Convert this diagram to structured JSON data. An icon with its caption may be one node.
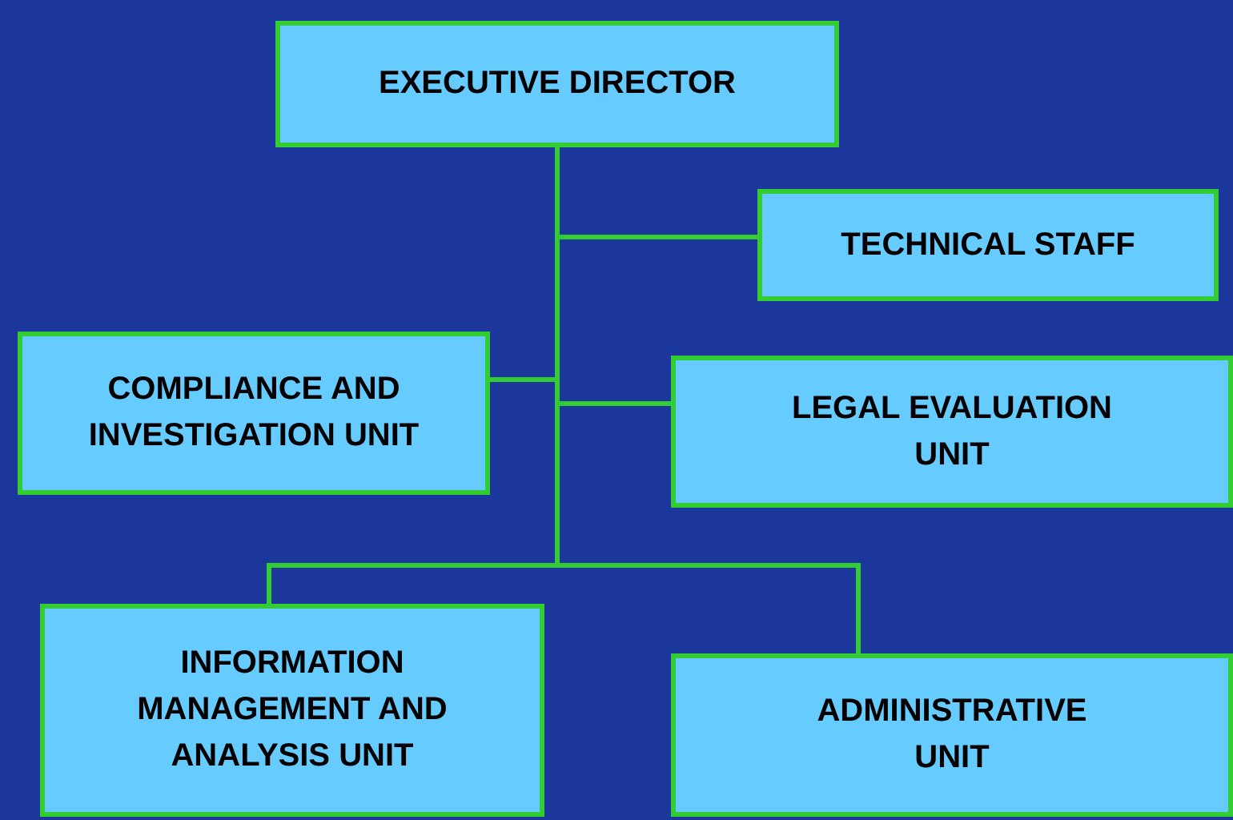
{
  "diagram": {
    "nodes": [
      {
        "text": [
          "EXECUTIVE DIRECTOR"
        ]
      },
      {
        "text": [
          "TECHNICAL STAFF"
        ]
      },
      {
        "text": [
          "COMPLIANCE AND INVESTIGATION UNIT"
        ]
      },
      {
        "text": [
          "LEGAL EVALUATION UNIT"
        ]
      },
      {
        "text": [
          "INFORMATION MANAGEMENT AND ANALYSIS UNIT"
        ]
      },
      {
        "text": [
          "ADMINISTRATIVE UNIT"
        ]
      }
    ],
    "edges": [
      {
        "from": 0,
        "to": 1,
        "arrow": "none"
      },
      {
        "from": 0,
        "to": 2,
        "arrow": "none"
      },
      {
        "from": 0,
        "to": 3,
        "arrow": "none"
      },
      {
        "from": 0,
        "to": 4,
        "arrow": "none"
      },
      {
        "from": 0,
        "to": 5,
        "arrow": "none"
      }
    ]
  }
}
